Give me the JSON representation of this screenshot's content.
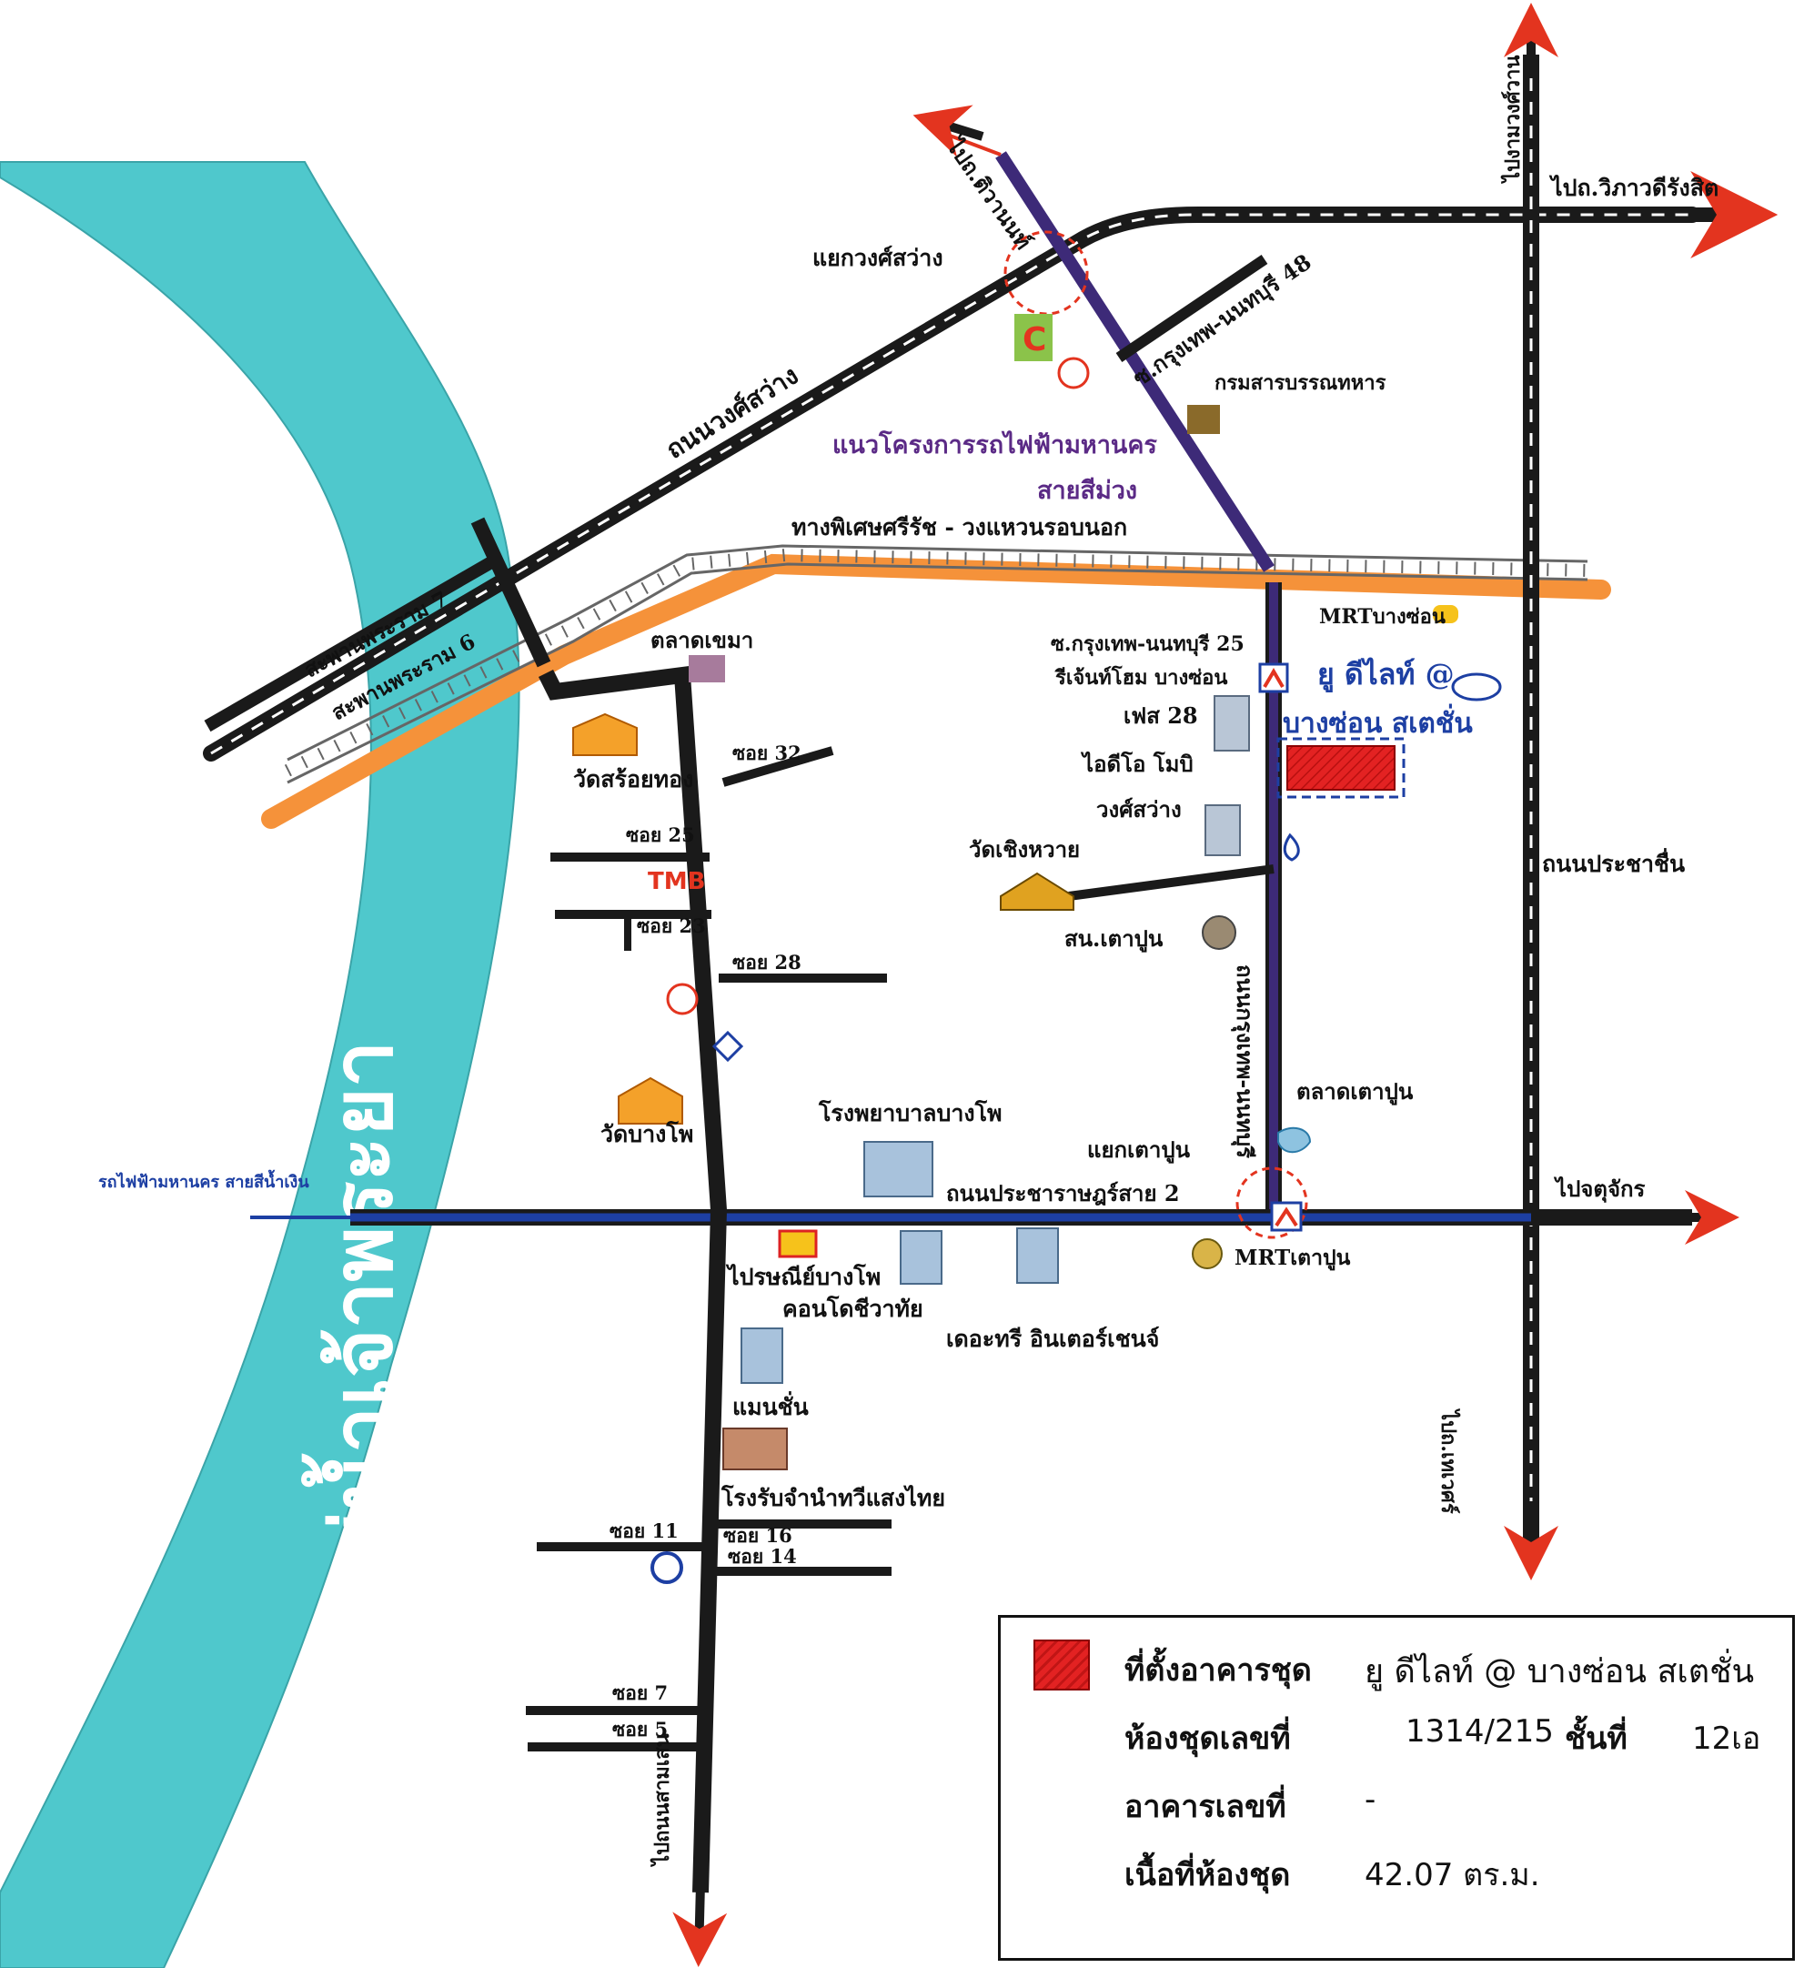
{
  "map": {
    "river_name": "แม่น้ำเจ้าพระยา",
    "roads": {
      "wongsawang": "ถนนวงศ์สว่าง",
      "tiwanon": "ไปถ.ติวานนท์",
      "prachachuen": "ถนนประชาชื่น",
      "ngamwongwan": "ไปงามวงศ์วาน",
      "vibhavadi": "ไปถ.วิภาวดีรังสิต",
      "krungthep_nonthaburi": "ถนนกรุงเทพ-นนทบุรี",
      "pracharat_sai2": "ถนนประชาราษฎร์สาย 2",
      "chatuchak": "ไปจตุจักร",
      "thewet": "ไปถ.เทเวศร์",
      "samsen": "ไปถนนสามเสน",
      "expressway": "ทางพิเศษศรีรัช - วงแหวนรอบนอก",
      "bridge7": "สะพานพระราม 7",
      "bridge6": "สะพานพระราม 6",
      "soi_kt48": "ซ.กรุงเทพ-นนทบุรี 48",
      "soi_kt25": "ซ.กรุงเทพ-นนทบุรี 25"
    },
    "junctions": {
      "wongsawang": "แยกวงศ์สว่าง",
      "taopoon": "แยกเตาปูน"
    },
    "rail": {
      "purple_project": "แนวโครงการรถไฟฟ้ามหานคร",
      "purple_line": "สายสีม่วง",
      "blue_line": "รถไฟฟ้ามหานคร สายสีน้ำเงิน",
      "mrt_bangson": "MRTบางซ่อน",
      "mrt_taopoon": "MRTเตาปูน"
    },
    "project": {
      "name_line1": "ยู ดีไลท์ @",
      "name_line2": "บางซ่อน สเตชั่น"
    },
    "sois": [
      "ซอย 32",
      "ซอย 25",
      "ซอย 23",
      "ซอย 28",
      "ซอย 11",
      "ซอย 16",
      "ซอย 14",
      "ซอย 7",
      "ซอย 5"
    ],
    "places": {
      "army_dept": "กรมสารบรรณทหาร",
      "khemma_market": "ตลาดเขมา",
      "wat_soithong": "วัดสร้อยทอง",
      "wat_bangpho": "วัดบางโพ",
      "regent_home": "รีเจ้นท์โฮม บางซ่อน",
      "phase28": "เฟส 28",
      "ideo_mobi": "ไอดีโอ โมบิ",
      "wongsawang_condo": "วงศ์สว่าง",
      "wat_choengwai": "วัดเชิงหวาย",
      "taopoon_police": "สน.เตาปูน",
      "taopoon_market": "ตลาดเตาปูน",
      "bangpho_hospital": "โรงพยาบาลบางโพ",
      "bangpho_post": "ไปรษณีย์บางโพ",
      "condo_chewathai": "คอนโดชีวาทัย",
      "the_tree": "เดอะทรี อินเตอร์เชนจ์",
      "mansion": "แมนชั่น",
      "pawnshop": "โรงรับจำนำทวีแสงไทย",
      "tmb": "TMB"
    }
  },
  "legend": {
    "location_label": "ที่ตั้งอาคารชุด",
    "location_value": "ยู ดีไลท์ @ บางซ่อน สเตชั่น",
    "unit_label": "ห้องชุดเลขที่",
    "unit_value": "1314/215",
    "floor_label": "ชั้นที่",
    "floor_value": "12เอ",
    "building_label": "อาคารเลขที่",
    "building_value": "-",
    "area_label": "เนื้อที่ห้องชุด",
    "area_value": "42.07 ตร.ม."
  },
  "colors": {
    "river": "#4fc8cc",
    "road": "#1a1a1a",
    "purple_line": "#3d2a78",
    "blue_line": "#1d3fa3",
    "expressway": "#f5923a",
    "arrow": "#e3341f",
    "project": "#e32222"
  }
}
